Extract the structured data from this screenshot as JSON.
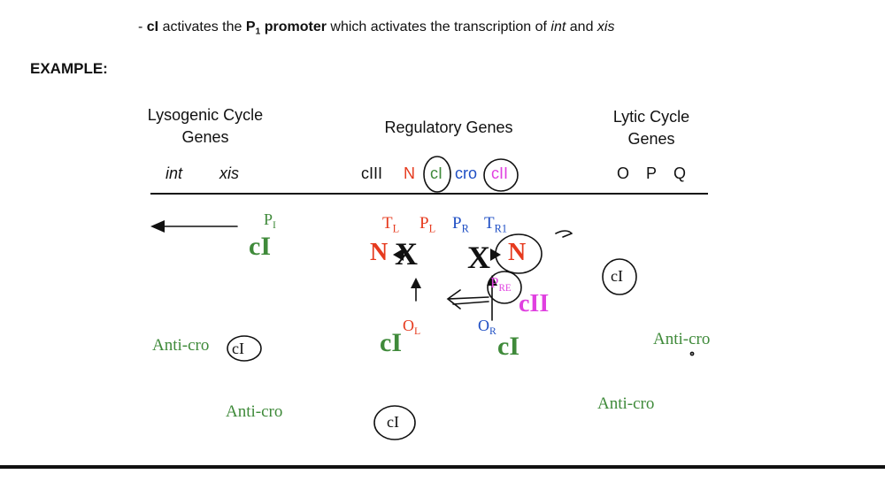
{
  "bullet": {
    "dash": "- ",
    "ci": "cI",
    "t1": " activates the ",
    "p": "P",
    "p_sub": "1",
    "promoter": " promoter",
    "t2": " which activates the transcription of ",
    "int": "int",
    "and": " and ",
    "xis": "xis"
  },
  "example_label": "EXAMPLE:",
  "headings": {
    "lysogenic_l1": "Lysogenic Cycle",
    "lysogenic_l2": "Genes",
    "regulatory": "Regulatory Genes",
    "lytic_l1": "Lytic Cycle",
    "lytic_l2": "Genes"
  },
  "genes": {
    "int": "int",
    "xis": "xis",
    "ciii": "cIII",
    "n": "N",
    "ci": "cI",
    "cro": "cro",
    "cii": "cII",
    "o": "O",
    "p": "P",
    "q": "Q"
  },
  "annotations": {
    "p1": "P",
    "p1_sub": "I",
    "ci_left": "cI",
    "tl": "T",
    "tl_sub": "L",
    "pl": "P",
    "pl_sub": "L",
    "pr": "P",
    "pr_sub": "R",
    "tr1": "T",
    "tr1_sub": "R1",
    "n_left": "N",
    "x_left": "X",
    "x_right": "X",
    "n_right": "N",
    "pre": "P",
    "pre_sub": "RE",
    "cii_big": "cII",
    "ol": "O",
    "ol_sub": "L",
    "or": "O",
    "or_sub": "R",
    "ci_ol": "cI",
    "ci_or": "cI",
    "ci_circled_right": "cI",
    "ci_circled_left": "cI",
    "ci_circled_bottom": "cI",
    "anti_cro_1": "Anti-cro",
    "anti_cro_2": "Anti-cro",
    "anti_cro_3": "Anti-cro",
    "anti_cro_4": "Anti-cro"
  },
  "colors": {
    "red": "#e63a1e",
    "blue": "#1f4fc4",
    "green": "#3f8a3a",
    "magenta": "#e040e0",
    "ink": "#111111"
  }
}
